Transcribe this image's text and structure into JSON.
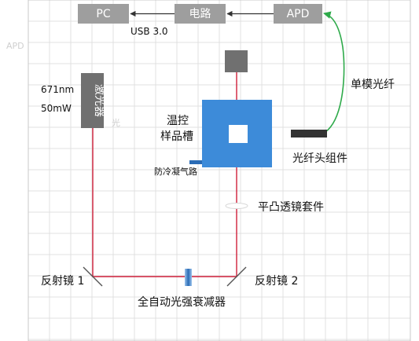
{
  "components": {
    "pc": "PC",
    "circuit": "电路",
    "apd": "APD",
    "laser": "激光器",
    "temp_stage_line1": "温控",
    "temp_stage_line2": "样品槽"
  },
  "labels": {
    "usb": "USB 3.0",
    "laser_wavelength": "671nm",
    "laser_power": "50mW",
    "single_mode_fiber": "单模光纤",
    "fiber_head": "光纤头组件",
    "anti_condensation": "防冷凝气路",
    "lens_kit": "平凸透镜套件",
    "mirror1": "反射镜 1",
    "mirror2": "反射镜 2",
    "attenuator": "全自动光强衰减器",
    "ghost_apd": "APD",
    "ghost_light": "光"
  },
  "colors": {
    "grid_line": "#e0e0e0",
    "grid_border": "#c8c8c8",
    "component_gray": "#9e9e9e",
    "detector_dark": "#707070",
    "sample_blue": "#3d8bd9",
    "beam_red": "#d0203a",
    "fiber_green": "#2eaa4a",
    "fiber_head_dark": "#333333",
    "arrow": "#333333",
    "attenuator_blue": "#2a6bb5"
  }
}
